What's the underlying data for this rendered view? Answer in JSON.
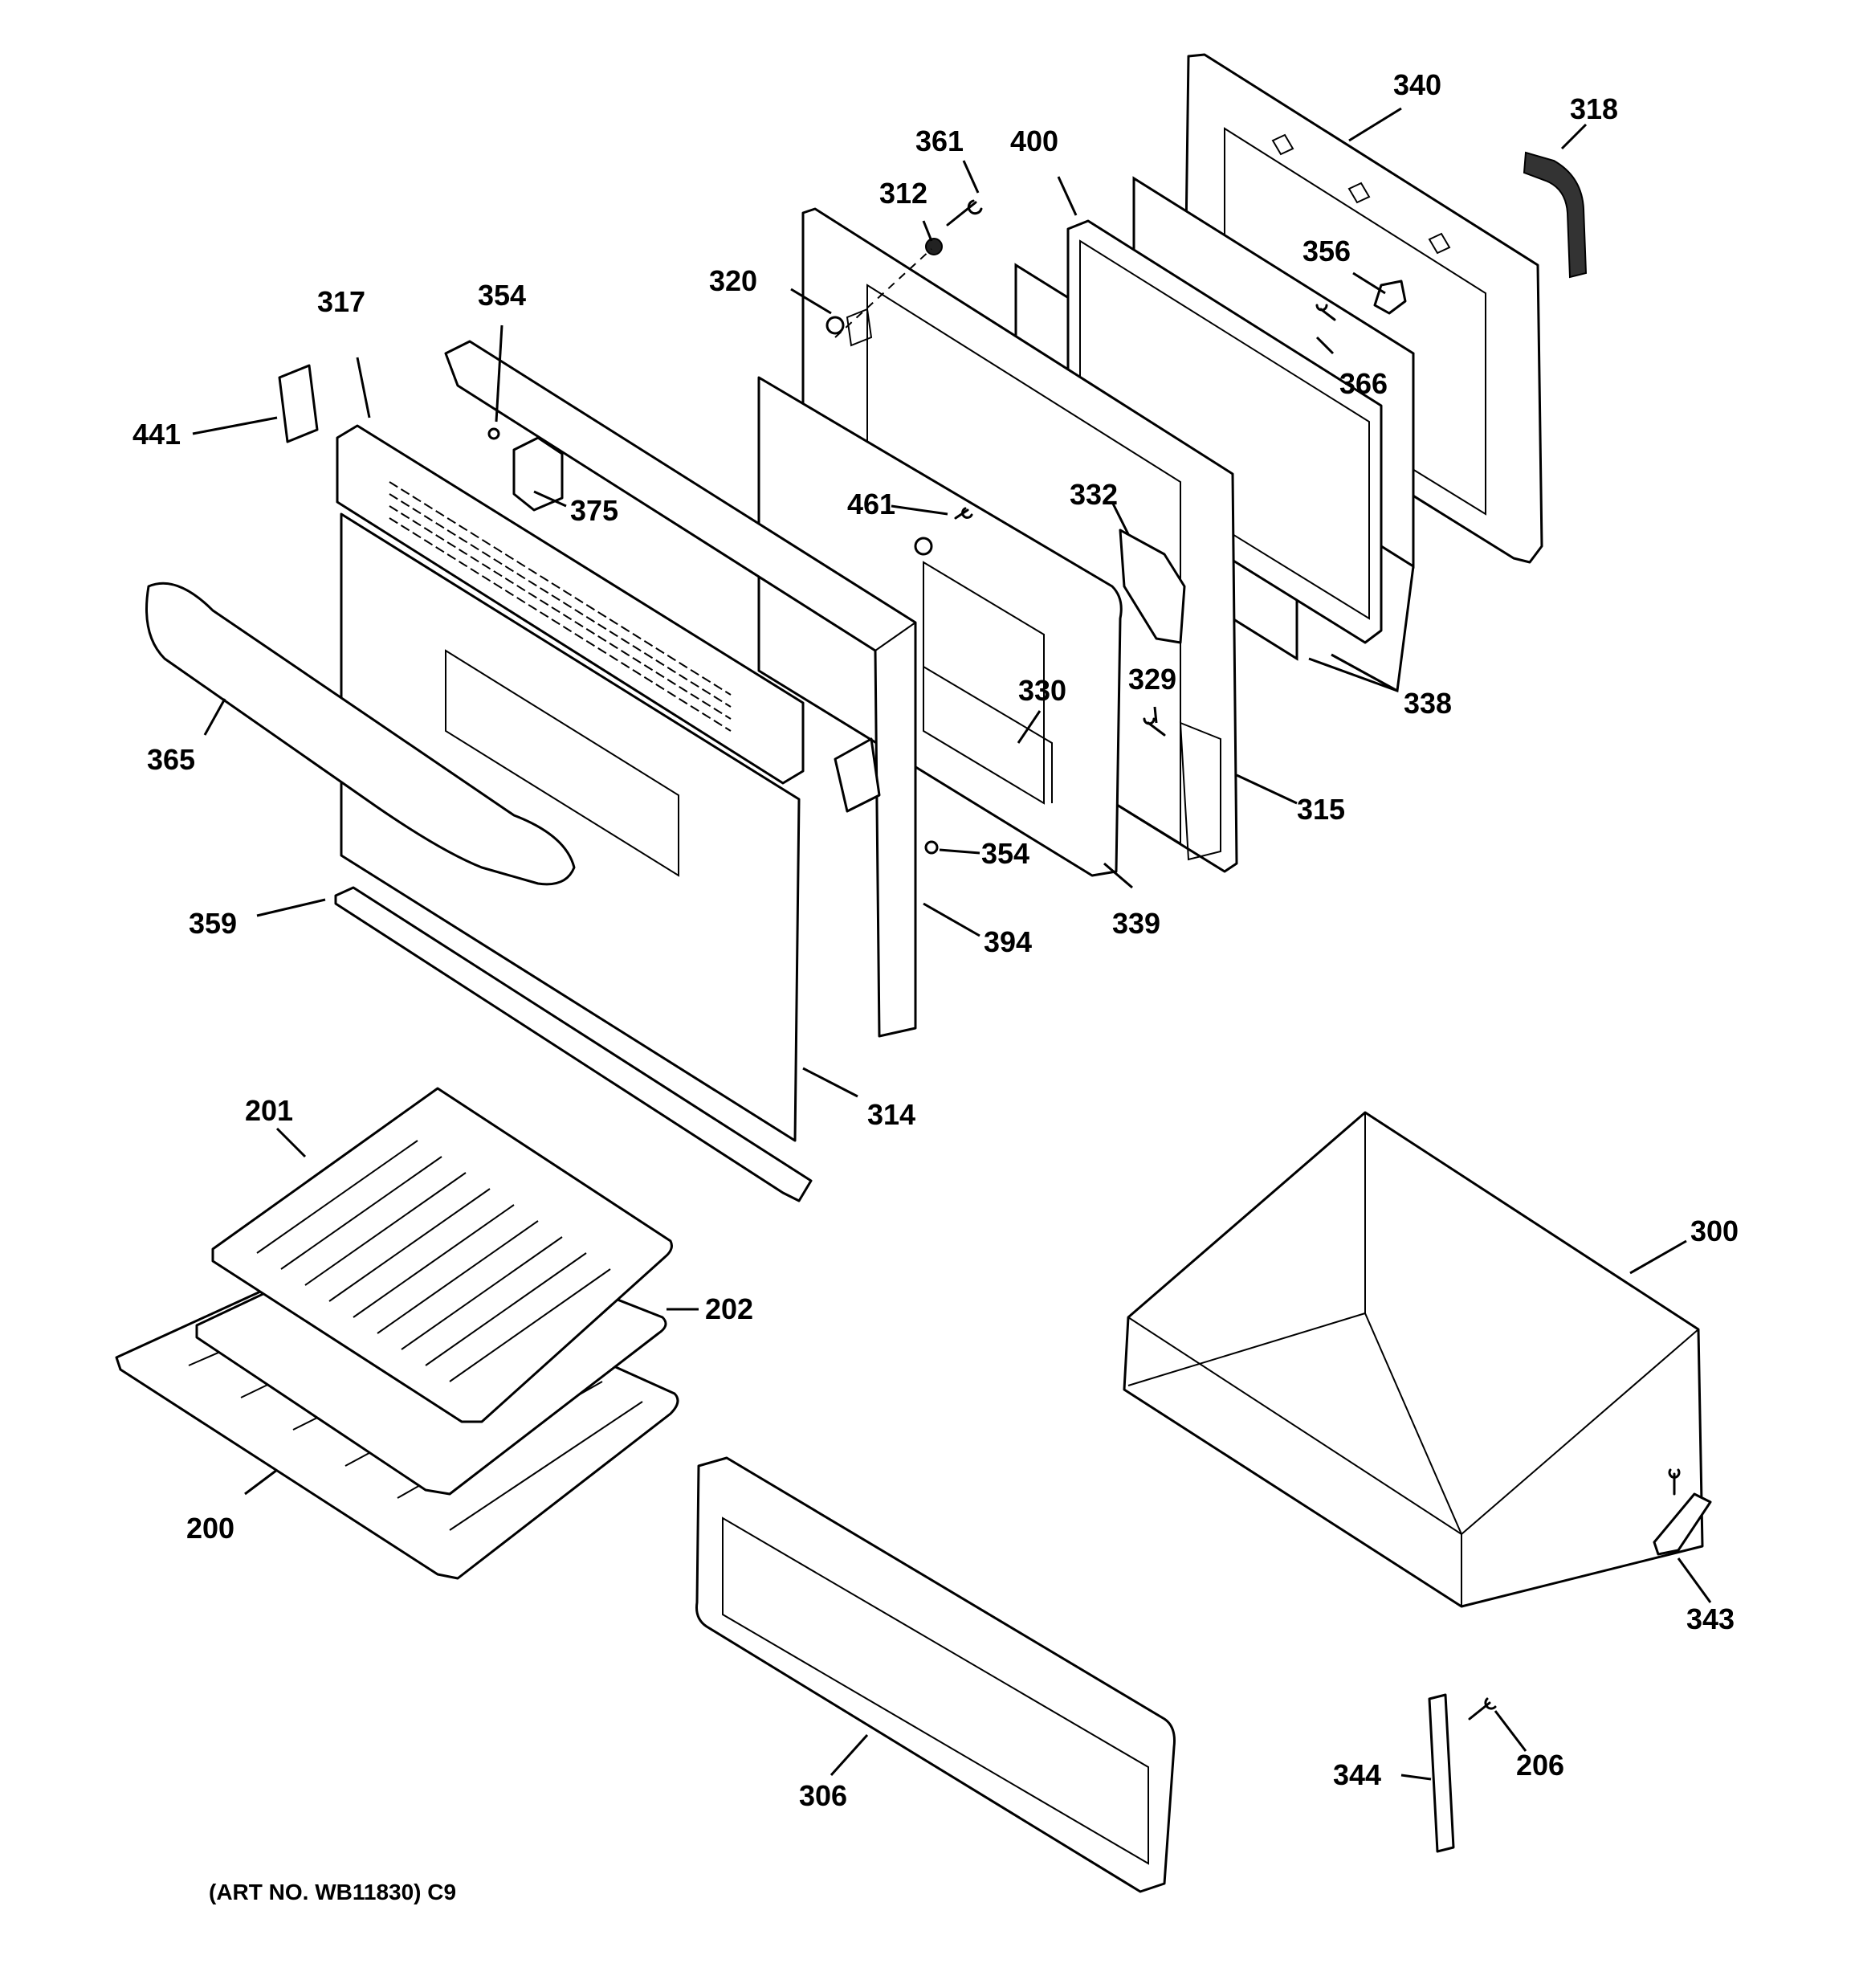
{
  "callouts": {
    "c340": "340",
    "c318": "318",
    "c361": "361",
    "c400": "400",
    "c312": "312",
    "c356": "356",
    "c320": "320",
    "c354a": "354",
    "c317": "317",
    "c366": "366",
    "c441": "441",
    "c375": "375",
    "c461": "461",
    "c332": "332",
    "c330": "330",
    "c329": "329",
    "c338": "338",
    "c365": "365",
    "c315": "315",
    "c354b": "354",
    "c359": "359",
    "c339": "339",
    "c394": "394",
    "c314": "314",
    "c201": "201",
    "c300": "300",
    "c202": "202",
    "c200": "200",
    "c343": "343",
    "c206": "206",
    "c344": "344",
    "c306": "306"
  },
  "art_number": "(ART NO. WB11830) C9"
}
